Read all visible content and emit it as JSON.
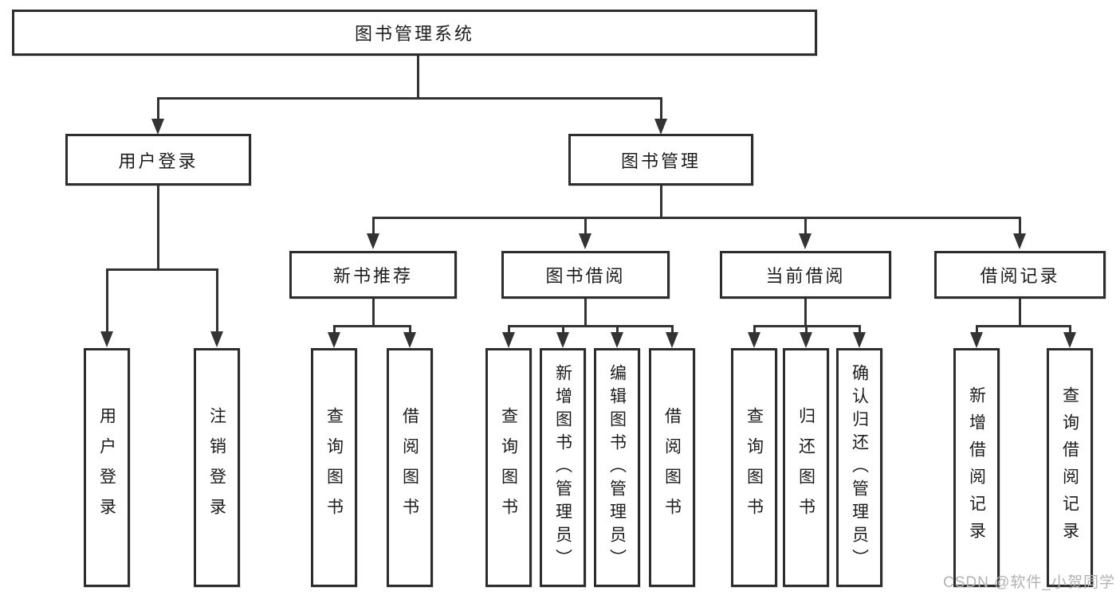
{
  "diagram": {
    "title": "图书管理系统",
    "root": {
      "label": "图书管理系统"
    },
    "level2": {
      "user_login": {
        "label": "用户登录"
      },
      "book_management": {
        "label": "图书管理"
      }
    },
    "level3": {
      "new_book_recommend": {
        "label": "新书推荐"
      },
      "book_borrow": {
        "label": "图书借阅"
      },
      "current_borrow": {
        "label": "当前借阅"
      },
      "borrow_records": {
        "label": "借阅记录"
      }
    },
    "leaves": {
      "user_login": [
        "用户登录",
        "注销登录"
      ],
      "new_book_recommend": [
        "查询图书",
        "借阅图书"
      ],
      "book_borrow": [
        "查询图书",
        "新增图书（管理员）",
        "编辑图书（管理员）",
        "借阅图书"
      ],
      "current_borrow": [
        "查询图书",
        "归还图书",
        "确认归还（管理员）"
      ],
      "borrow_records": [
        "新增借阅记录",
        "查询借阅记录"
      ]
    },
    "watermark": "CSDN @软件_小贺同学",
    "colors": {
      "line": "#333333",
      "border": "#2d2d2d",
      "text": "#1c1c1c",
      "watermark": "#b3b3b3",
      "background": "#ffffff"
    }
  }
}
